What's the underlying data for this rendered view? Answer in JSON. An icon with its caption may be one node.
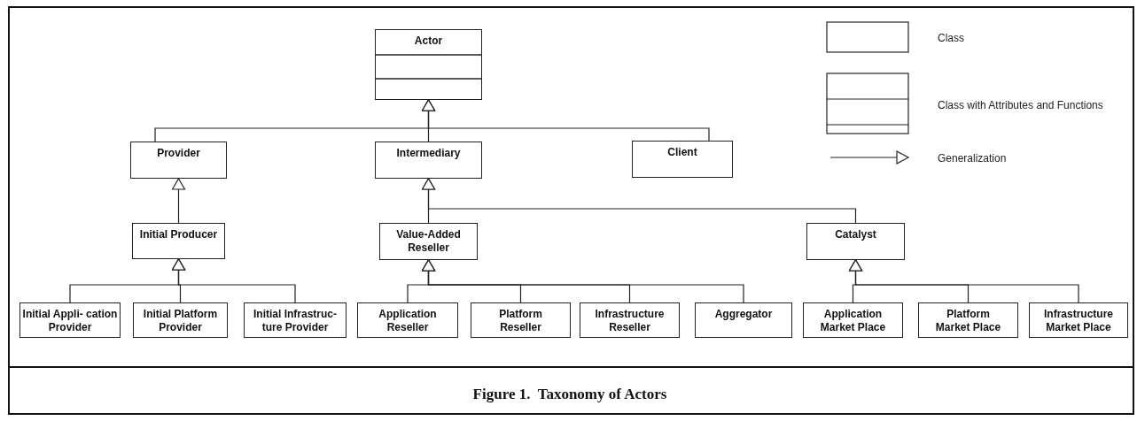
{
  "diagram": {
    "caption": "Figure 1.  Taxonomy of Actors",
    "nodes": [
      {
        "text": [
          "Actor"
        ]
      },
      {
        "text": [
          "Provider"
        ]
      },
      {
        "text": [
          "Intermediary"
        ]
      },
      {
        "text": [
          "Client"
        ]
      },
      {
        "text": [
          "Initial Producer"
        ]
      },
      {
        "text": [
          "Value-Added Reseller"
        ]
      },
      {
        "text": [
          "Catalyst"
        ]
      },
      {
        "text": [
          "Initial Appli- cation Provider"
        ]
      },
      {
        "text": [
          "Initial Platform Provider"
        ]
      },
      {
        "text": [
          "Initial Infrastruc- ture Provider"
        ]
      },
      {
        "text": [
          "Application Reseller"
        ]
      },
      {
        "text": [
          "Platform Reseller"
        ]
      },
      {
        "text": [
          "Infrastructure Reseller"
        ]
      },
      {
        "text": [
          "Aggregator"
        ]
      },
      {
        "text": [
          "Application Market Place"
        ]
      },
      {
        "text": [
          "Platform Market Place"
        ]
      },
      {
        "text": [
          "Infrastructure Market Place"
        ]
      }
    ],
    "edges": [
      {
        "from": 1,
        "to": 0,
        "arrow": "to"
      },
      {
        "from": 2,
        "to": 0,
        "arrow": "to"
      },
      {
        "from": 3,
        "to": 0,
        "arrow": "to"
      },
      {
        "from": 4,
        "to": 1,
        "arrow": "to"
      },
      {
        "from": 5,
        "to": 2,
        "arrow": "to"
      },
      {
        "from": 6,
        "to": 2,
        "arrow": "to"
      },
      {
        "from": 7,
        "to": 4,
        "arrow": "to"
      },
      {
        "from": 8,
        "to": 4,
        "arrow": "to"
      },
      {
        "from": 9,
        "to": 4,
        "arrow": "to"
      },
      {
        "from": 10,
        "to": 5,
        "arrow": "to"
      },
      {
        "from": 11,
        "to": 5,
        "arrow": "to"
      },
      {
        "from": 12,
        "to": 5,
        "arrow": "to"
      },
      {
        "from": 13,
        "to": 5,
        "arrow": "to"
      },
      {
        "from": 14,
        "to": 6,
        "arrow": "to"
      },
      {
        "from": 15,
        "to": 6,
        "arrow": "to"
      },
      {
        "from": 16,
        "to": 6,
        "arrow": "to"
      }
    ],
    "legend": [
      {
        "text": "Class"
      },
      {
        "text": "Class with Attributes and Functions"
      },
      {
        "text": "Generalization"
      }
    ]
  }
}
